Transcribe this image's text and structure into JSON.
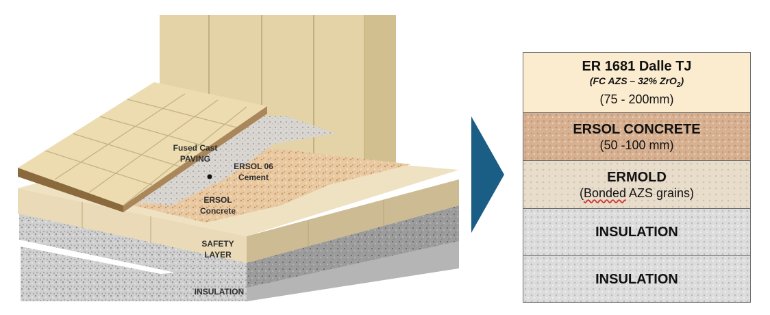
{
  "illustration": {
    "labels": {
      "paving_line1": "Fused Cast",
      "paving_line2": "PAVING",
      "cement_line1": "ERSOL 06",
      "cement_line2": "Cement",
      "concrete_line1": "ERSOL",
      "concrete_line2": "Concrete",
      "safety_line1": "SAFETY",
      "safety_line2": "LAYER",
      "insulation": "INSULATION"
    }
  },
  "arrow": {
    "color": "#1a5e86"
  },
  "stack": {
    "layers": [
      {
        "title": "ER 1681 Dalle TJ",
        "subtitle_pre": "(FC AZS – 32% ZrO",
        "subtitle_sub": "2",
        "subtitle_post": ")",
        "range": "(75 - 200mm)",
        "color": "#fbeccf"
      },
      {
        "title": "ERSOL CONCRETE",
        "range": "(50 -100 mm)",
        "color": "#d6b090"
      },
      {
        "title": "ERMOLD",
        "range_pre": "(",
        "range_underlined": "Bonded",
        "range_post": " AZS grains)",
        "color": "#e8dccb"
      },
      {
        "title": "INSULATION",
        "color": "#dcdcdc"
      },
      {
        "title": "INSULATION",
        "color": "#dcdcdc"
      }
    ]
  }
}
